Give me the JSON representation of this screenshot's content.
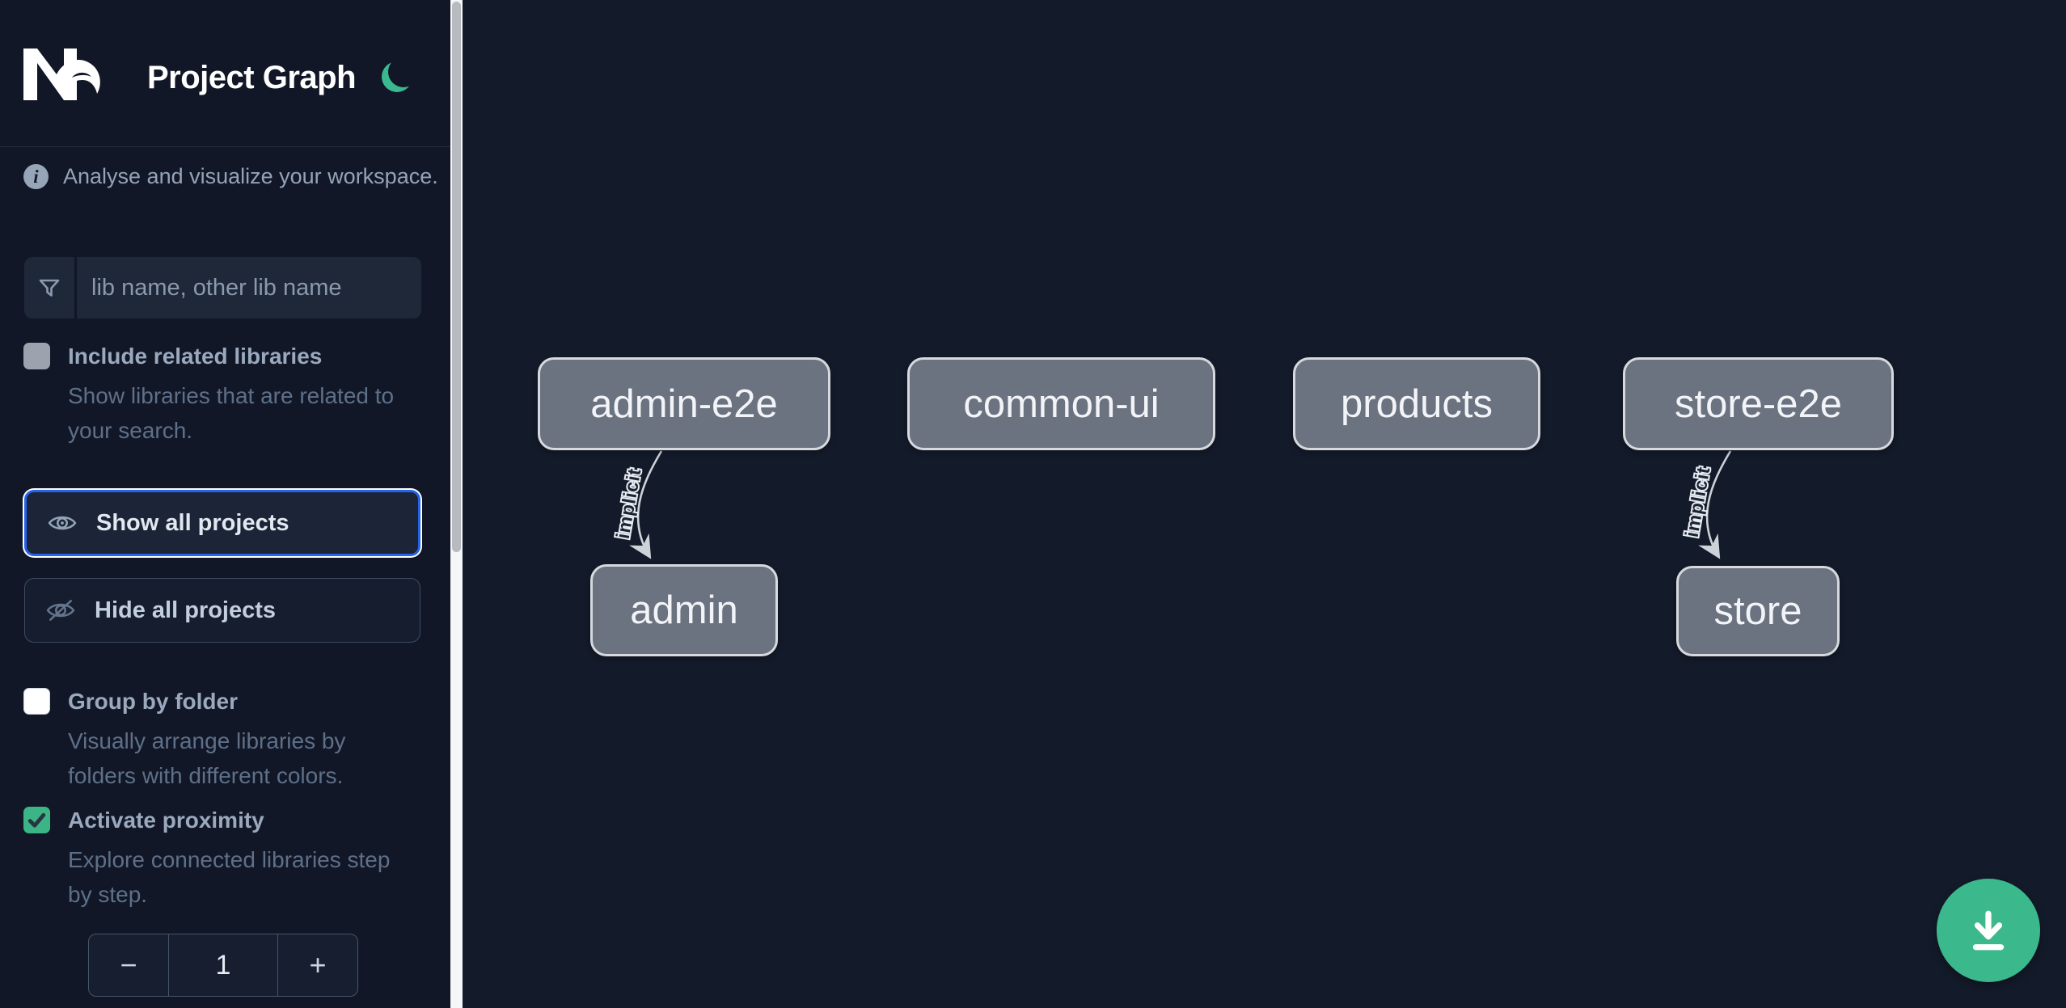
{
  "header": {
    "app_name": "Nx",
    "title": "Project Graph"
  },
  "sidebar": {
    "info_text": "Analyse and visualize your workspace.",
    "search": {
      "placeholder": "lib name, other lib name",
      "value": ""
    },
    "include_related": {
      "label": "Include related libraries",
      "description": "Show libraries that are related to your search.",
      "checked": false
    },
    "actions": {
      "show_all": "Show all projects",
      "hide_all": "Hide all projects"
    },
    "group_by_folder": {
      "label": "Group by folder",
      "description": "Visually arrange libraries by folders with different colors.",
      "checked": false
    },
    "proximity": {
      "label": "Activate proximity",
      "description": "Explore connected libraries step by step.",
      "checked": true,
      "depth_value": "1",
      "decrement": "−",
      "increment": "+"
    }
  },
  "graph": {
    "nodes": [
      {
        "label": "admin-e2e"
      },
      {
        "label": "common-ui"
      },
      {
        "label": "products"
      },
      {
        "label": "store-e2e"
      },
      {
        "label": "admin"
      },
      {
        "label": "store"
      }
    ],
    "edges": [
      {
        "from": "admin-e2e",
        "to": "admin",
        "label": "implicit"
      },
      {
        "from": "store-e2e",
        "to": "store",
        "label": "implicit"
      }
    ]
  },
  "icons": {
    "logo": "nx-logo",
    "theme_toggle": "moon-icon",
    "info": "info-icon",
    "filter": "funnel-icon",
    "show": "eye-icon",
    "hide": "eye-off-icon",
    "download": "download-icon"
  },
  "colors": {
    "accent_green": "#3bb88c",
    "focus_blue": "#2563eb",
    "node_fill": "#6b7280",
    "node_border": "#d6d9de",
    "edge": "#ced3da",
    "sidebar_bg": "#111726",
    "canvas_bg": "#131a29"
  }
}
